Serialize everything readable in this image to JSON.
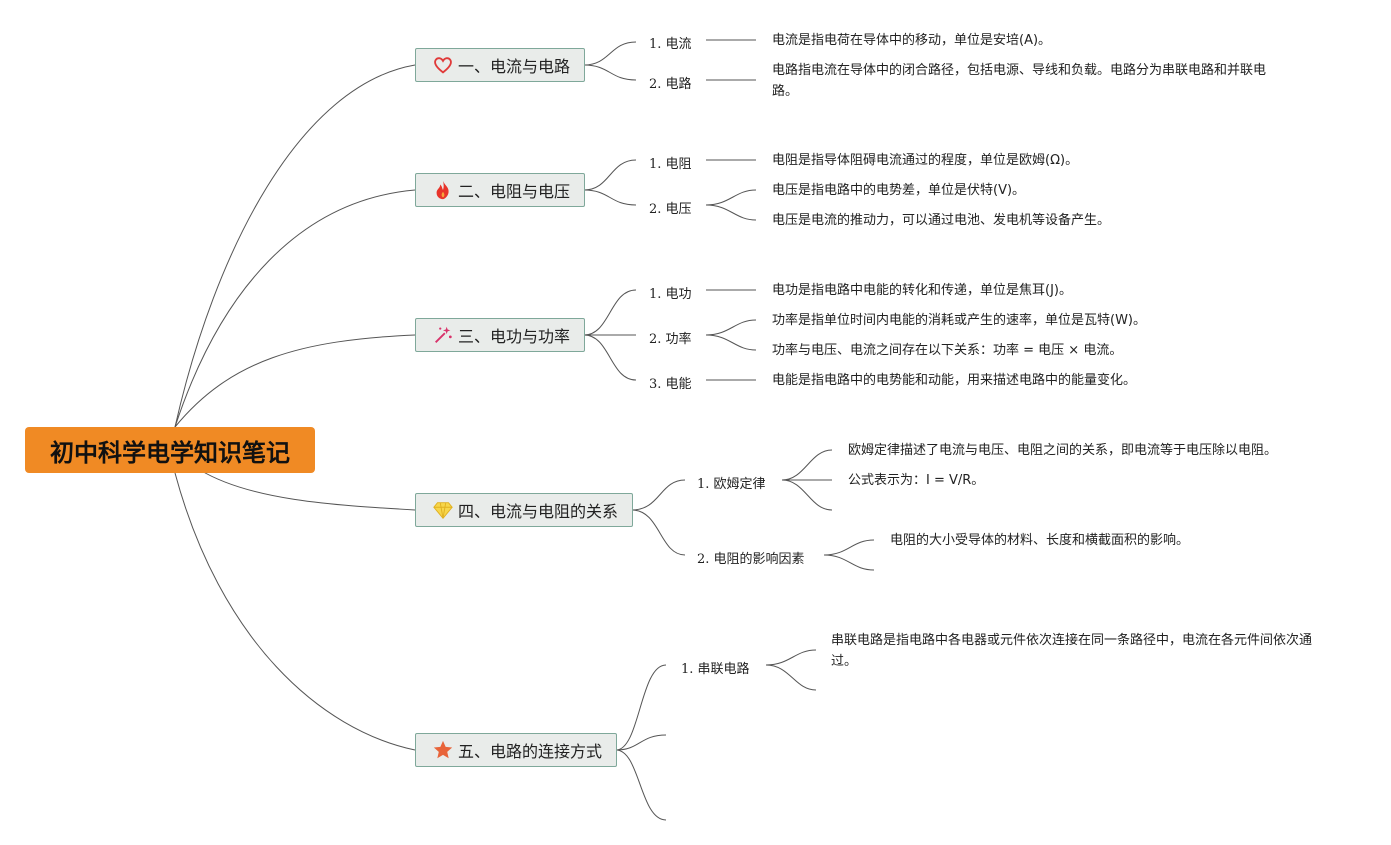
{
  "root": {
    "title": "初中科学电学知识笔记"
  },
  "topics": [
    {
      "label": "一、电流与电路",
      "icon": "heart-icon",
      "items": [
        {
          "label": "1. 电流",
          "notes": [
            "电流是指电荷在导体中的移动，单位是安培(A)。"
          ]
        },
        {
          "label": "2. 电路",
          "notes": [
            "电路指电流在导体中的闭合路径，包括电源、导线和负载。电路分为串联电路和并联电路。"
          ]
        }
      ]
    },
    {
      "label": "二、电阻与电压",
      "icon": "fire-icon",
      "items": [
        {
          "label": "1. 电阻",
          "notes": [
            "电阻是指导体阻碍电流通过的程度，单位是欧姆(Ω)。"
          ]
        },
        {
          "label": "2. 电压",
          "notes": [
            "电压是指电路中的电势差，单位是伏特(V)。",
            "电压是电流的推动力，可以通过电池、发电机等设备产生。"
          ]
        }
      ]
    },
    {
      "label": "三、电功与功率",
      "icon": "sparkle-icon",
      "items": [
        {
          "label": "1. 电功",
          "notes": [
            "电功是指电路中电能的转化和传递，单位是焦耳(J)。"
          ]
        },
        {
          "label": "2. 功率",
          "notes": [
            "功率是指单位时间内电能的消耗或产生的速率，单位是瓦特(W)。",
            "功率与电压、电流之间存在以下关系：功率 = 电压 × 电流。"
          ]
        },
        {
          "label": "3. 电能",
          "notes": [
            "电能是指电路中的电势能和动能，用来描述电路中的能量变化。"
          ]
        }
      ]
    },
    {
      "label": "四、电流与电阻的关系",
      "icon": "gem-icon",
      "items": [
        {
          "label": "1. 欧姆定律",
          "notes": [
            "欧姆定律描述了电流与电压、电阻之间的关系，即电流等于电压除以电阻。",
            "公式表示为：I = V/R。"
          ]
        },
        {
          "label": "2. 电阻的影响因素",
          "notes": [
            "电阻的大小受导体的材料、长度和横截面积的影响。"
          ]
        }
      ]
    },
    {
      "label": "五、电路的连接方式",
      "icon": "star-icon",
      "items": [
        {
          "label": "1. 串联电路",
          "notes": [
            "串联电路是指电路中各电器或元件依次连接在同一条路径中，电流在各元件间依次通过。"
          ]
        }
      ]
    }
  ],
  "colors": {
    "root_bg": "#f08a24",
    "topic_bg": "#e9ecea",
    "topic_border": "#7fa89a",
    "line": "#444444"
  }
}
